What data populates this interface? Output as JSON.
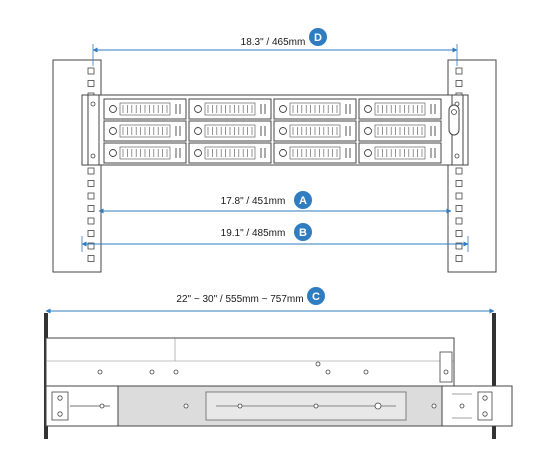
{
  "colors": {
    "accent": "#2f7cc0",
    "outline": "#444444",
    "rail_fill": "#dcdcdc",
    "badge_text": "#ffffff"
  },
  "dimensions": {
    "d": {
      "badge": "D",
      "text": "18.3\" / 465mm"
    },
    "a": {
      "badge": "A",
      "text": "17.8\" / 451mm"
    },
    "b": {
      "badge": "B",
      "text": "19.1\" / 485mm"
    },
    "c": {
      "badge": "C",
      "text": "22\" ~ 30\" /  555mm ~ 757mm"
    }
  },
  "drive_bays": {
    "rows": 3,
    "columns": 4
  }
}
